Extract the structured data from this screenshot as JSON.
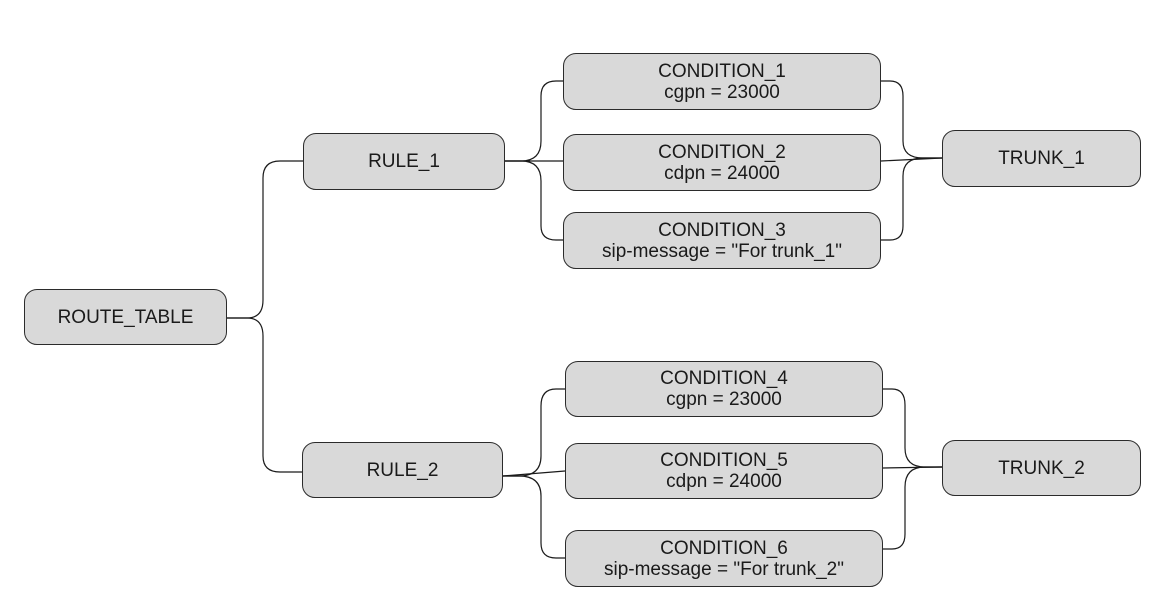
{
  "root": {
    "label": "ROUTE_TABLE"
  },
  "rules": [
    {
      "label": "RULE_1",
      "conditions": [
        {
          "name": "CONDITION_1",
          "expr": "cgpn = 23000"
        },
        {
          "name": "CONDITION_2",
          "expr": "cdpn = 24000"
        },
        {
          "name": "CONDITION_3",
          "expr": "sip-message = \"For trunk_1\""
        }
      ],
      "trunk": "TRUNK_1"
    },
    {
      "label": "RULE_2",
      "conditions": [
        {
          "name": "CONDITION_4",
          "expr": "cgpn = 23000"
        },
        {
          "name": "CONDITION_5",
          "expr": "cdpn = 24000"
        },
        {
          "name": "CONDITION_6",
          "expr": "sip-message = \"For trunk_2\""
        }
      ],
      "trunk": "TRUNK_2"
    }
  ]
}
